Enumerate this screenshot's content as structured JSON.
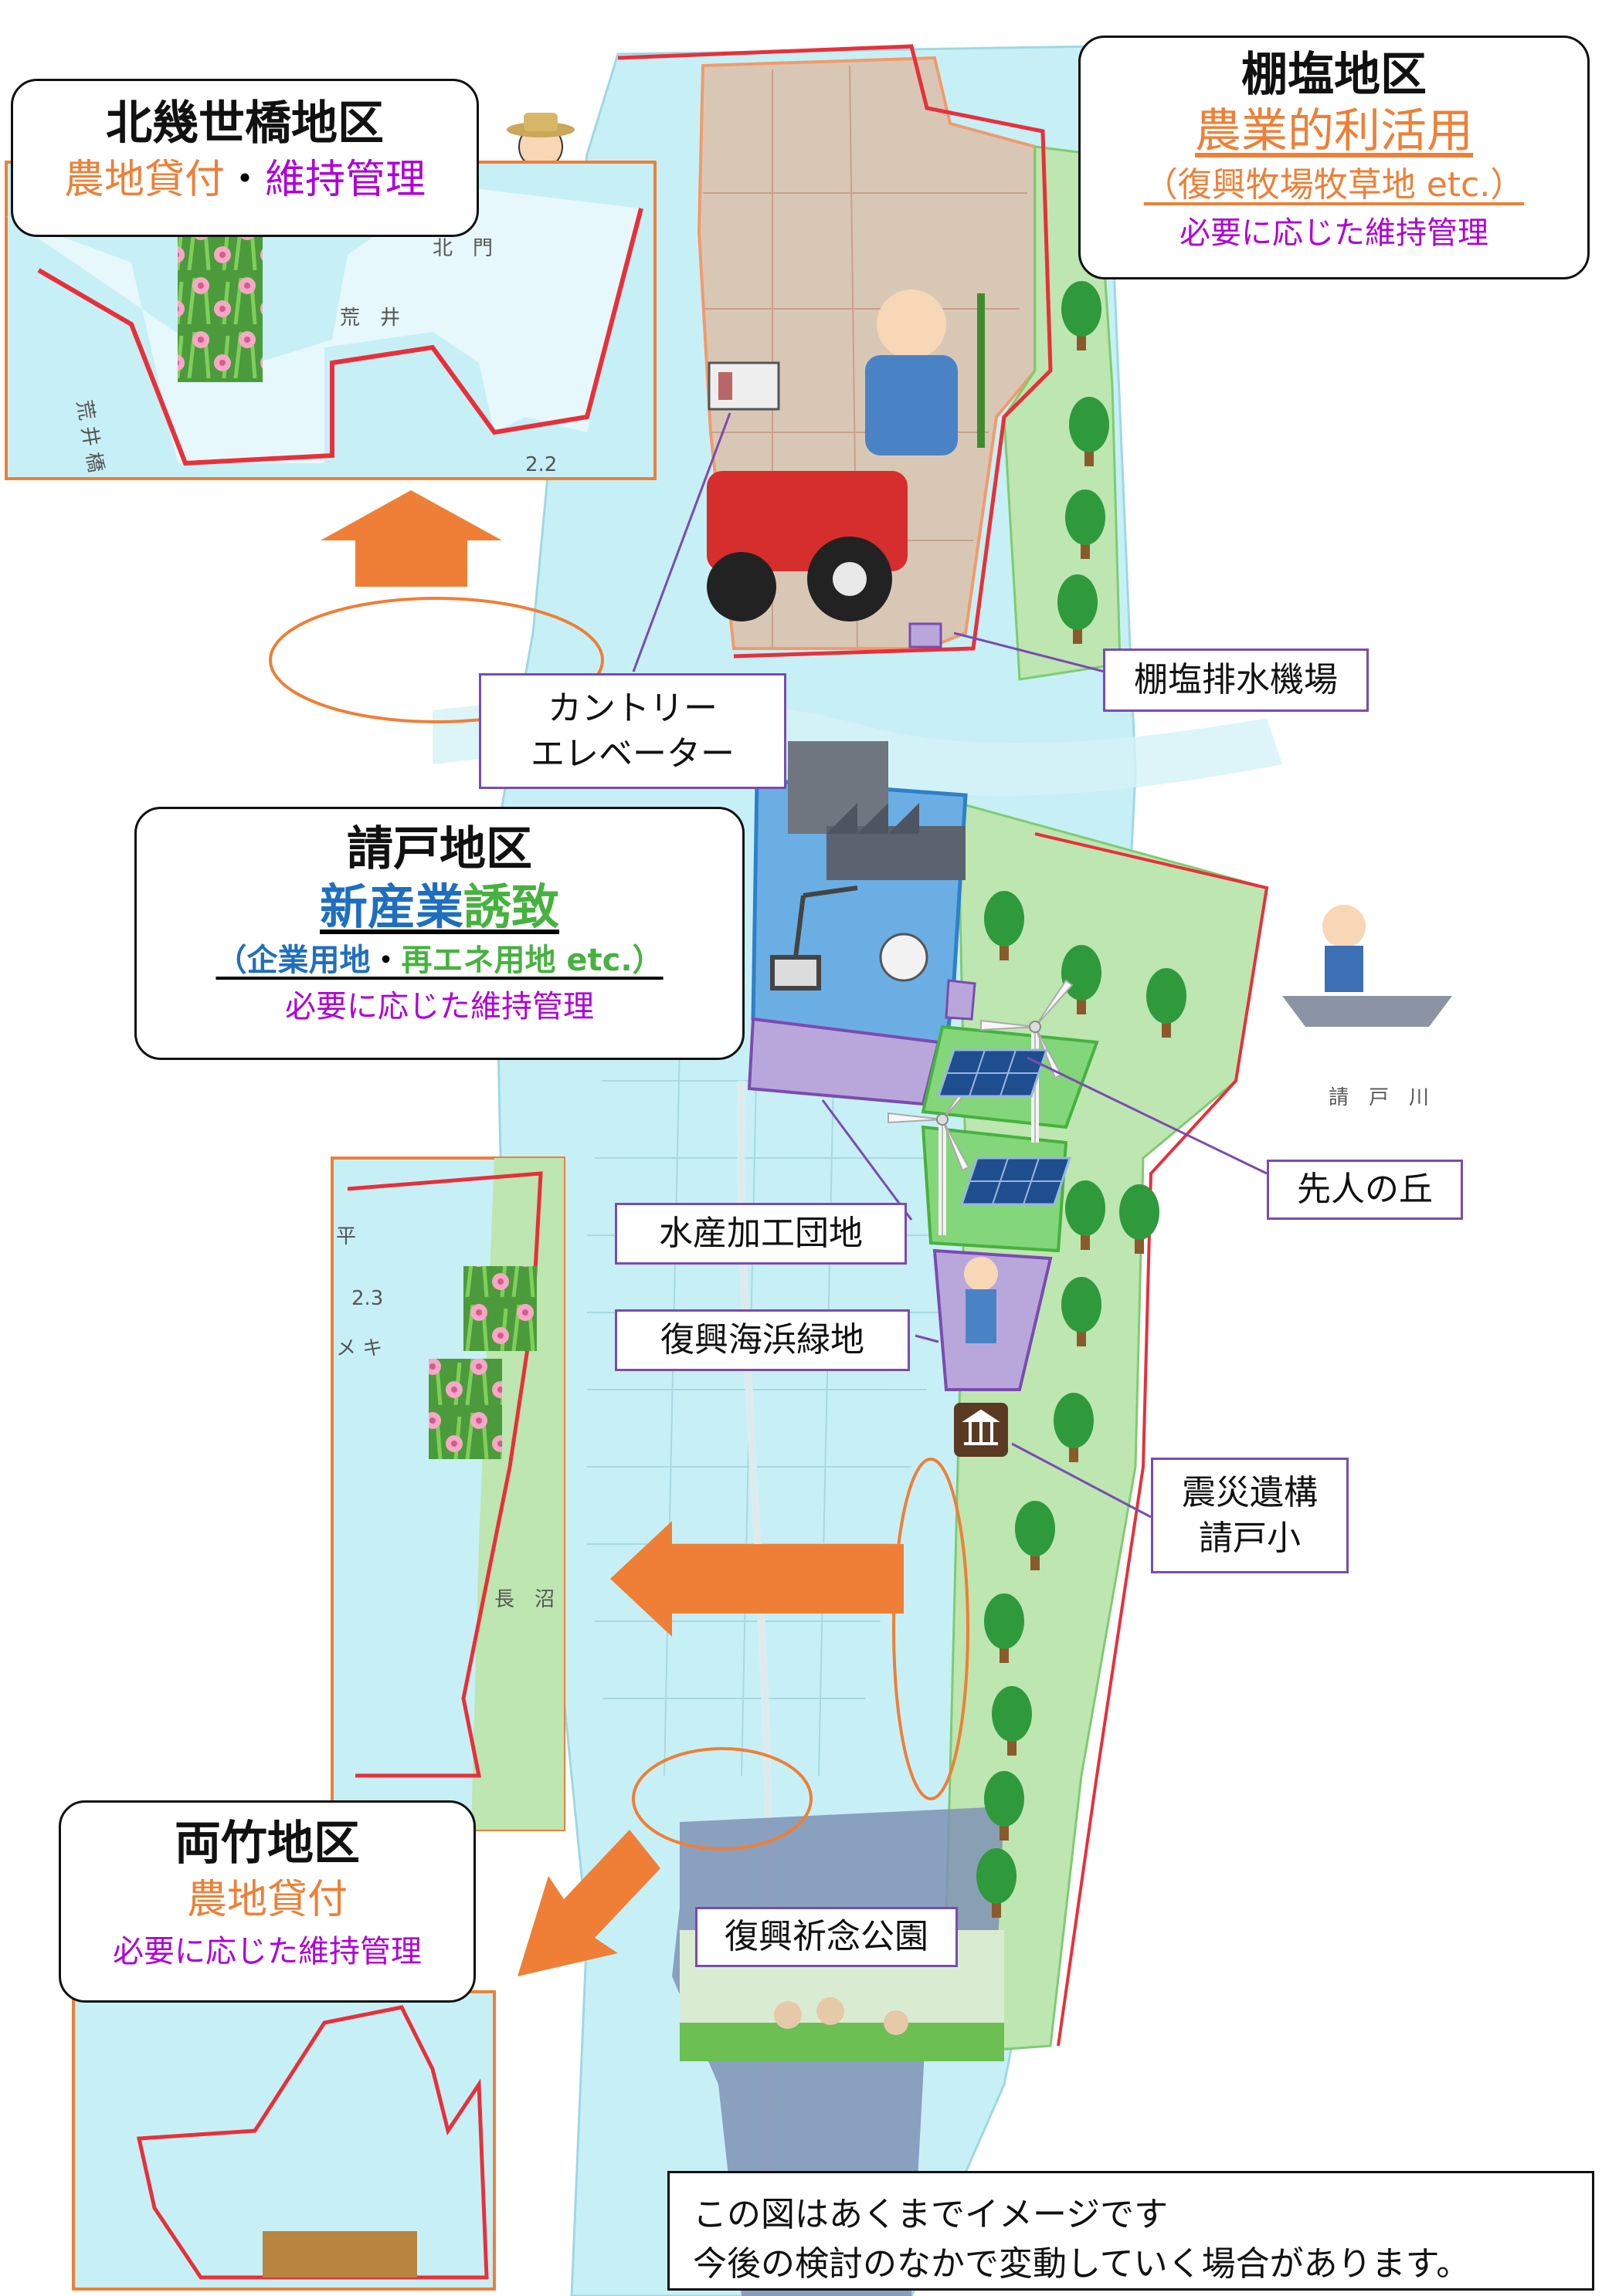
{
  "districts": {
    "kitaikusebashi": {
      "name": "北幾世橋地区",
      "use_a": "農地貸付",
      "sep": "・",
      "use_b": "維持管理"
    },
    "tanashio": {
      "name": "棚塩地区",
      "use": "農業的利活用",
      "sub": "（復興牧場牧草地 etc.）",
      "maint": "必要に応じた維持管理"
    },
    "ukedo": {
      "name": "請戸地区",
      "use_a": "新産業",
      "use_b": "誘致",
      "sub_a": "（企業用地",
      "sub_sep": "・",
      "sub_b": "再エネ用地 etc.）",
      "maint": "必要に応じた維持管理"
    },
    "morotake": {
      "name": "両竹地区",
      "use": "農地貸付",
      "maint": "必要に応じた維持管理"
    }
  },
  "facilities": {
    "country_elevator": [
      "カントリー",
      "エレベーター"
    ],
    "tanashio_pump": "棚塩排水機場",
    "senjin_hill": "先人の丘",
    "fish_processing": "水産加工団地",
    "seaside_park": "復興海浜緑地",
    "disaster_remains": [
      "震災遺構",
      "請戸小"
    ],
    "memorial_park": "復興祈念公園"
  },
  "map_labels": {
    "elev1": "2.2",
    "elev2": "2.3",
    "place_ukedo_river": "請　戸　川",
    "place_naganuma": "長　沼",
    "place_kitamon": "北　門",
    "place_arai": "荒　井",
    "place_araibashi": "荒 井 橋",
    "place_hira": "平",
    "place_meki": "メ キ"
  },
  "disclaimer": [
    "この図はあくまでイメージです",
    "今後の検討のなかで変動していく場合があります。"
  ],
  "colors": {
    "sea": "#c7f0f6",
    "farm": "#d9c7b6",
    "forest": "#bde6b0",
    "industry": "#6aaee4",
    "park": "#b9a7dc",
    "memorial": "#7f92b5",
    "boundary": "#e8303a",
    "arrow": "#ef7f36",
    "accent_orange": "#ef7f36",
    "accent_purple": "#b000d8",
    "accent_blue": "#1f6fc0",
    "accent_green": "#47b23f"
  }
}
